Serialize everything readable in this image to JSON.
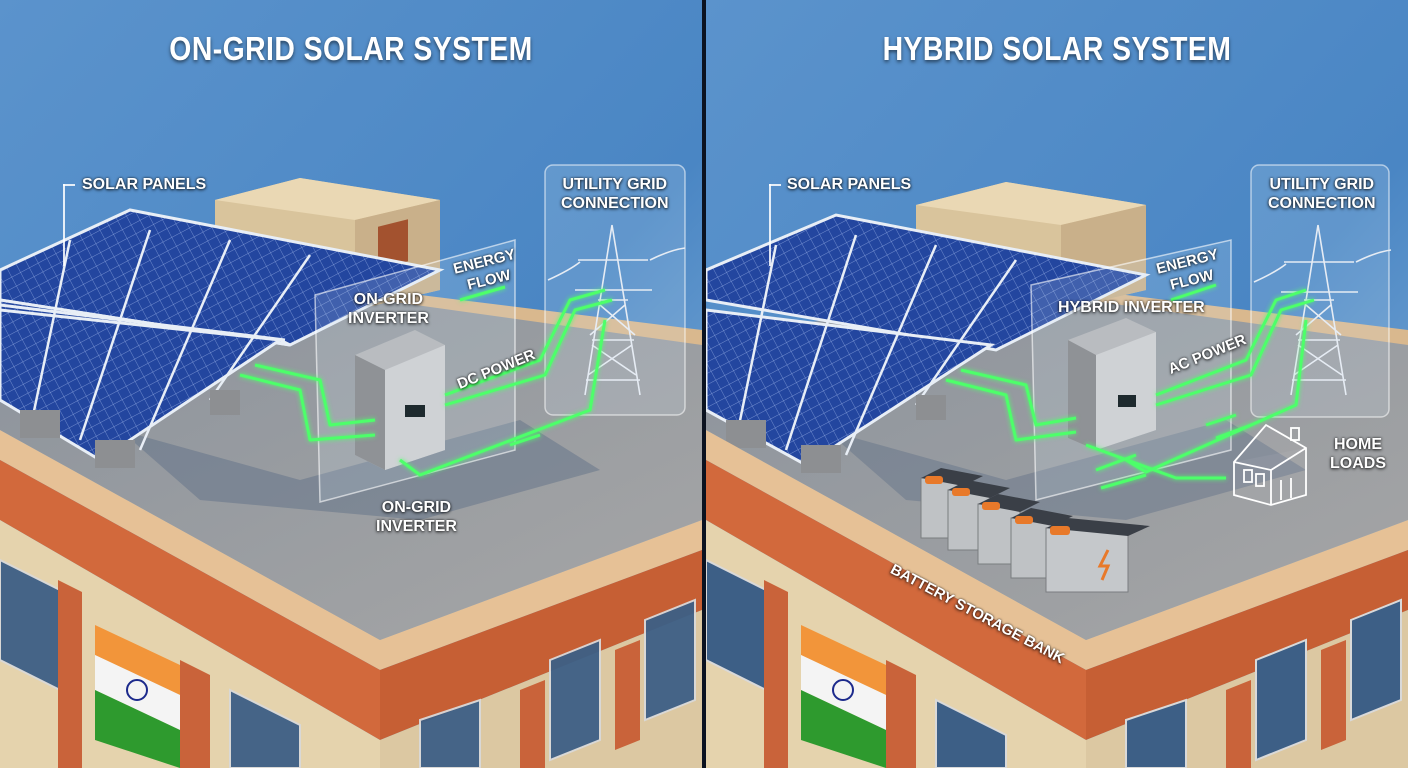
{
  "panels": [
    {
      "id": "on-grid",
      "title": "ON-GRID SOLAR SYSTEM",
      "labels": {
        "solar_panels": "SOLAR PANELS",
        "inverter_top_line1": "ON-GRID",
        "inverter_top_line2": "INVERTER",
        "energy_flow_line1": "ENERGY",
        "energy_flow_line2": "FLOW",
        "power": "DC POWER",
        "grid_line1": "UTILITY GRID",
        "grid_line2": "CONNECTION",
        "inverter_bottom_line1": "ON-GRID",
        "inverter_bottom_line2": "INVERTER"
      }
    },
    {
      "id": "hybrid",
      "title": "HYBRID SOLAR SYSTEM",
      "labels": {
        "solar_panels": "SOLAR PANELS",
        "inverter": "HYBRID INVERTER",
        "energy_flow_line1": "ENERGY",
        "energy_flow_line2": "FLOW",
        "power": "AC POWER",
        "grid_line1": "UTILITY GRID",
        "grid_line2": "CONNECTION",
        "home_line1": "HOME",
        "home_line2": "LOADS",
        "battery": "BATTERY STORAGE BANK"
      }
    }
  ],
  "colors": {
    "sky_top": "#3f7fc0",
    "sky_bottom": "#8db6da",
    "roof": "#9a9a9a",
    "parapet": "#e8c59b",
    "wall_orange": "#d66d3f",
    "wall_cream": "#e9d9b8",
    "panel_blue": "#1f3f9a",
    "flow_green": "#4dff6a",
    "battery_orange": "#e8792a",
    "flag_saffron": "#f2953a",
    "flag_green": "#2e9a2e",
    "chakra_blue": "#1c2a8c"
  }
}
